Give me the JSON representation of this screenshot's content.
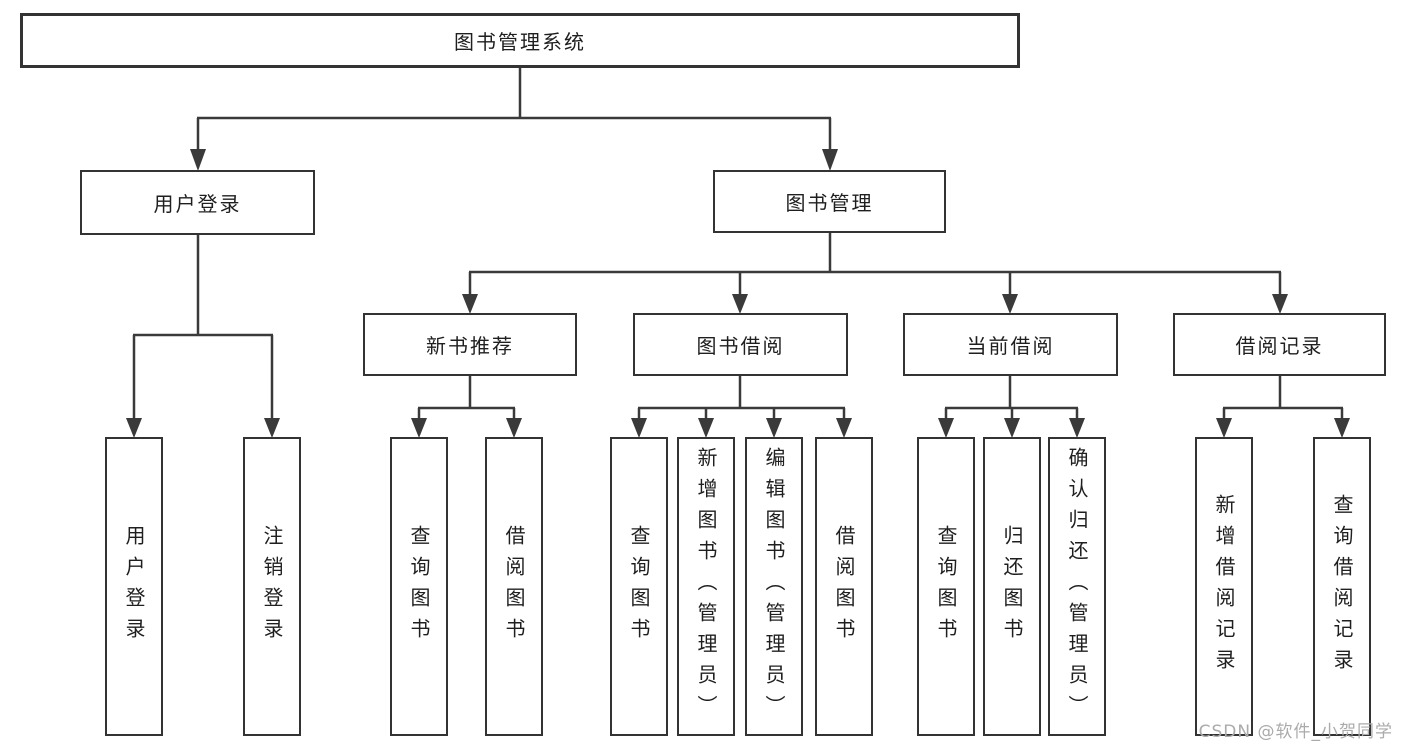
{
  "colors": {
    "line": "#3a3a3a",
    "border": "#333333",
    "text": "#1f1f1f",
    "watermark": "#ababab",
    "background": "#ffffff"
  },
  "watermark": {
    "text": "CSDN @软件_小贺同学"
  },
  "diagram": {
    "root": {
      "label": "图书管理系统"
    },
    "level2": [
      {
        "label": "用户登录",
        "leaves": [
          {
            "label": "用户登录"
          },
          {
            "label": "注销登录"
          }
        ]
      },
      {
        "label": "图书管理",
        "sections": [
          {
            "label": "新书推荐",
            "leaves": [
              {
                "label": "查询图书"
              },
              {
                "label": "借阅图书"
              }
            ]
          },
          {
            "label": "图书借阅",
            "leaves": [
              {
                "label": "查询图书"
              },
              {
                "label": "新增图书（管理员）"
              },
              {
                "label": "编辑图书（管理员）"
              },
              {
                "label": "借阅图书"
              }
            ]
          },
          {
            "label": "当前借阅",
            "leaves": [
              {
                "label": "查询图书"
              },
              {
                "label": "归还图书"
              },
              {
                "label": "确认归还（管理员）"
              }
            ]
          },
          {
            "label": "借阅记录",
            "leaves": [
              {
                "label": "新增借阅记录"
              },
              {
                "label": "查询借阅记录"
              }
            ]
          }
        ]
      }
    ]
  }
}
